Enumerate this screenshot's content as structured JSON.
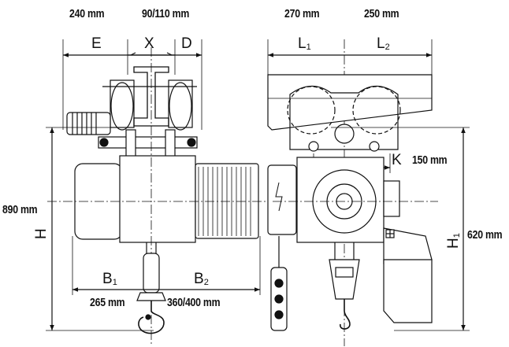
{
  "dimensions": {
    "e_value": "240 mm",
    "xd_value": "90/110 mm",
    "l1_value": "270 mm",
    "l2_value": "250 mm",
    "k_value": "150 mm",
    "h_value": "890 mm",
    "h1_value": "620 mm",
    "b1_value": "265 mm",
    "b2_value": "360/400 mm"
  },
  "labels": {
    "E": "E",
    "X": "X",
    "D": "D",
    "L1_main": "L",
    "L1_sub": "1",
    "L2_main": "L",
    "L2_sub": "2",
    "K": "K",
    "H": "H",
    "H1_main": "H",
    "H1_sub": "1",
    "B1_main": "B",
    "B1_sub": "1",
    "B2_main": "B",
    "B2_sub": "2"
  }
}
